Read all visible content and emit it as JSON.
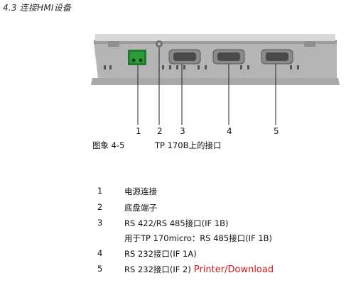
{
  "section": {
    "heading": "4.3 连接HMI设备"
  },
  "figure": {
    "callouts": [
      "1",
      "2",
      "3",
      "4",
      "5"
    ],
    "caption_label": "图象 4-5",
    "caption_title": "TP 170B上的接口"
  },
  "legend": {
    "items": [
      {
        "num": "1",
        "desc": "电源连接"
      },
      {
        "num": "2",
        "desc": "底盘端子"
      },
      {
        "num": "3",
        "desc": "RS 422/RS 485接口(IF 1B)"
      },
      {
        "num": "",
        "desc": "用于TP 170micro：RS 485接口(IF 1B)"
      },
      {
        "num": "4",
        "desc": "RS 232接口(IF 1A)"
      },
      {
        "num": "5",
        "desc": "RS 232接口(IF 2)"
      }
    ],
    "link_label": "Printer/Download"
  },
  "colors": {
    "link": "#d11919",
    "connector_green": "#2e9c3a",
    "housing": "#c9c9c9"
  }
}
